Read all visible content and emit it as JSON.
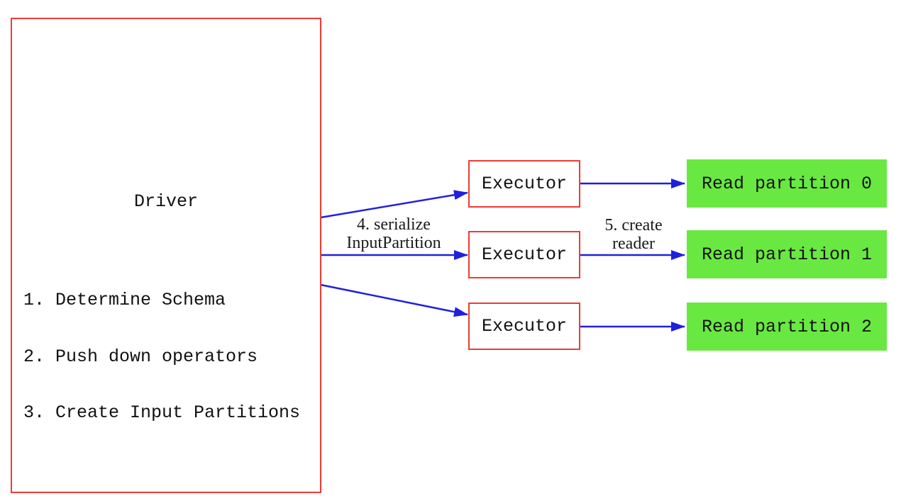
{
  "colors": {
    "box_border_red": "#ee3b33",
    "arrow_blue": "#2020dd",
    "partition_fill_green": "#69e842",
    "text": "#111111",
    "background": "#ffffff"
  },
  "driver": {
    "title": "Driver",
    "steps": [
      "1. Determine Schema",
      "2. Push down operators",
      "3. Create Input Partitions"
    ]
  },
  "executors": [
    {
      "label": "Executor"
    },
    {
      "label": "Executor"
    },
    {
      "label": "Executor"
    }
  ],
  "partitions": [
    {
      "label": "Read partition 0"
    },
    {
      "label": "Read partition 1"
    },
    {
      "label": "Read partition 2"
    }
  ],
  "annotations": {
    "serialize": {
      "line1": "4. serialize",
      "line2": "InputPartition"
    },
    "create_reader": {
      "line1": "5. create",
      "line2": "reader"
    }
  },
  "edges": [
    {
      "from": "Driver",
      "to": "Executor row 1",
      "label": "4. serialize InputPartition"
    },
    {
      "from": "Driver",
      "to": "Executor row 2",
      "label": "4. serialize InputPartition"
    },
    {
      "from": "Driver",
      "to": "Executor row 3",
      "label": "4. serialize InputPartition"
    },
    {
      "from": "Executor row 1",
      "to": "Read partition 0",
      "label": "5. create reader"
    },
    {
      "from": "Executor row 2",
      "to": "Read partition 1",
      "label": "5. create reader"
    },
    {
      "from": "Executor row 3",
      "to": "Read partition 2",
      "label": "5. create reader"
    }
  ]
}
